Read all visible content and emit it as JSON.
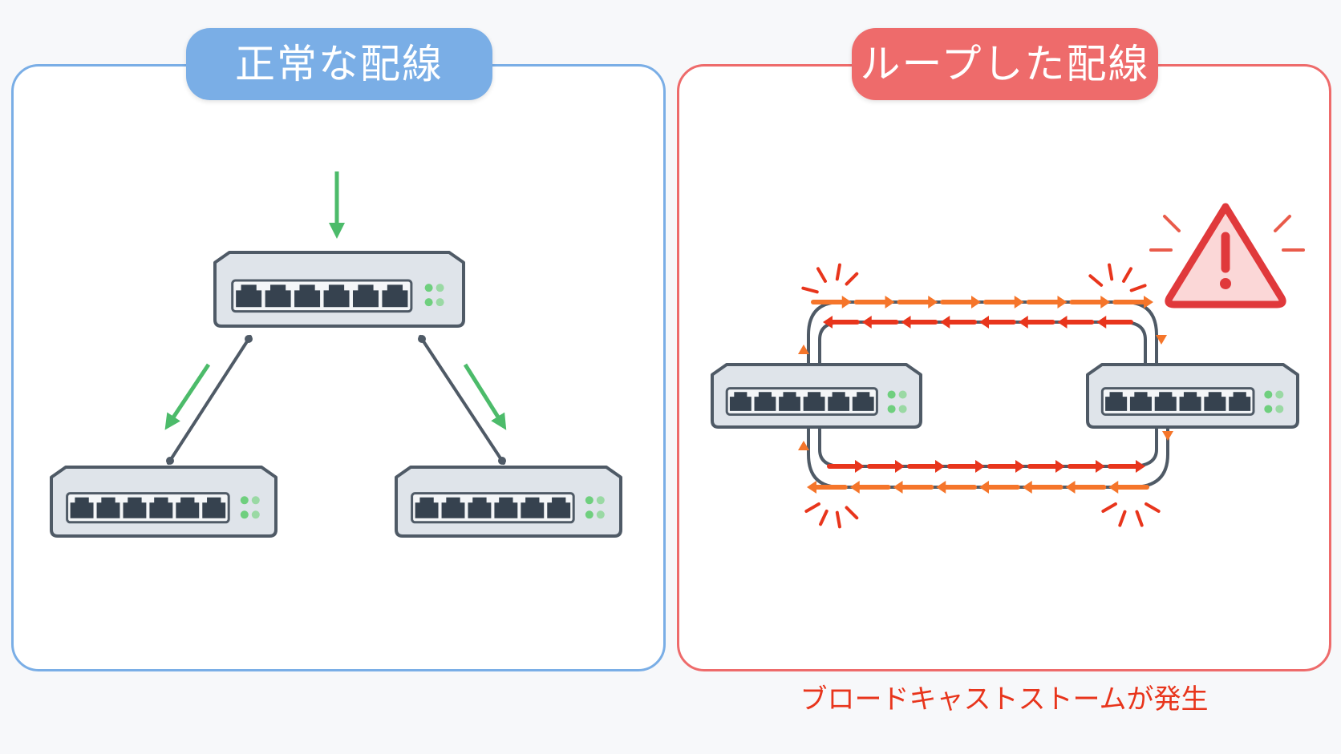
{
  "normal": {
    "title": "正常な配線"
  },
  "loop": {
    "title": "ループした配線",
    "caption": "ブロードキャストストームが発生"
  },
  "colors": {
    "normal_accent": "#7aaee6",
    "loop_accent": "#ee6b6b",
    "flow_arrow": "#4cbb6a",
    "storm_red": "#e8351c",
    "storm_orange": "#f5752a",
    "switch_body": "#dfe4ea",
    "switch_outline": "#4f5a66",
    "port": "#36424f",
    "led": "#6fcf7e",
    "cable": "#4f5a66",
    "warning_fill": "#fbd7d7",
    "warning_stroke": "#e0393b"
  },
  "icons": [
    "network-switch-icon",
    "warning-icon",
    "flow-arrow-icon"
  ]
}
